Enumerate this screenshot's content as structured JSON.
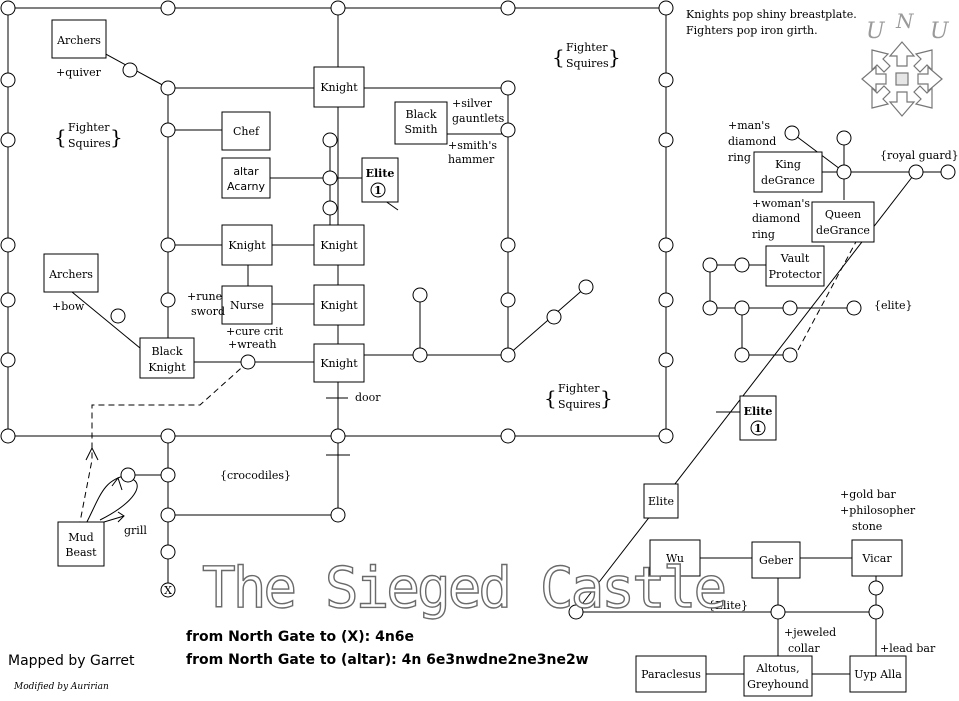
{
  "title": "The Sieged Castle",
  "directions": {
    "to_x": "from North Gate to (X): 4n6e",
    "to_altar": "from North Gate to (altar): 4n 6e3nwdne2ne3ne2w"
  },
  "credits": {
    "mapped_by": "Mapped by Garret",
    "modified_by": "Modified by Auririan"
  },
  "legend_note": [
    "Knights pop shiny breastplate.",
    "Fighters pop iron girth."
  ],
  "compass": {
    "letters": [
      "U",
      "N",
      "U"
    ],
    "icon": "compass-rose-icon"
  },
  "rooms": {
    "archers_top": "Archers",
    "knight_top": "Knight",
    "black_smith": [
      "Black",
      "Smith"
    ],
    "chef": "Chef",
    "altar": [
      "altar",
      "Acarny"
    ],
    "elite_inner": "Elite",
    "elite_inner_num": "1",
    "knight_left": "Knight",
    "knight_mid": "Knight",
    "nurse": "Nurse",
    "knight_mid2": "Knight",
    "archers_left": "Archers",
    "black_knight": [
      "Black",
      "Knight"
    ],
    "knight_gate": "Knight",
    "mud_beast": [
      "Mud",
      "Beast"
    ],
    "king": [
      "King",
      "deGrance"
    ],
    "queen": [
      "Queen",
      "deGrance"
    ],
    "vault": [
      "Vault",
      "Protector"
    ],
    "elite_right": "Elite",
    "elite_right_num": "1",
    "elite_lower": "Elite",
    "wu": "Wu",
    "geber": "Geber",
    "vicar": "Vicar",
    "paraclesus": "Paraclesus",
    "altotus": [
      "Altotus,",
      "Greyhound"
    ],
    "uyp_alla": "Uyp Alla"
  },
  "labels": {
    "quiver": "+quiver",
    "bow": "+bow",
    "fighter_squires_1": [
      "Fighter",
      "Squires"
    ],
    "fighter_squires_2": [
      "Fighter",
      "Squires"
    ],
    "fighter_squires_3": [
      "Fighter",
      "Squires"
    ],
    "silver_gauntlets": [
      "+silver",
      "gauntlets"
    ],
    "smiths_hammer": [
      "+smith's",
      "hammer"
    ],
    "rune_sword": [
      "+rune",
      "sword"
    ],
    "cure_crit": [
      "+cure crit",
      "+wreath"
    ],
    "door": "door",
    "crocodiles": "{crocodiles}",
    "grill": "grill",
    "x_marker": "X",
    "mans_ring": [
      "+man's",
      "diamond",
      "ring"
    ],
    "womans_ring": [
      "+woman's",
      "diamond",
      "ring"
    ],
    "royal_guard": "{royal guard}",
    "elite_group": "{elite}",
    "elite_group2": "{Elite}",
    "gold_bar": [
      "+gold bar",
      "+philosopher",
      "stone"
    ],
    "jeweled_collar": [
      "+jeweled",
      "collar"
    ],
    "lead_bar": "+lead bar"
  }
}
